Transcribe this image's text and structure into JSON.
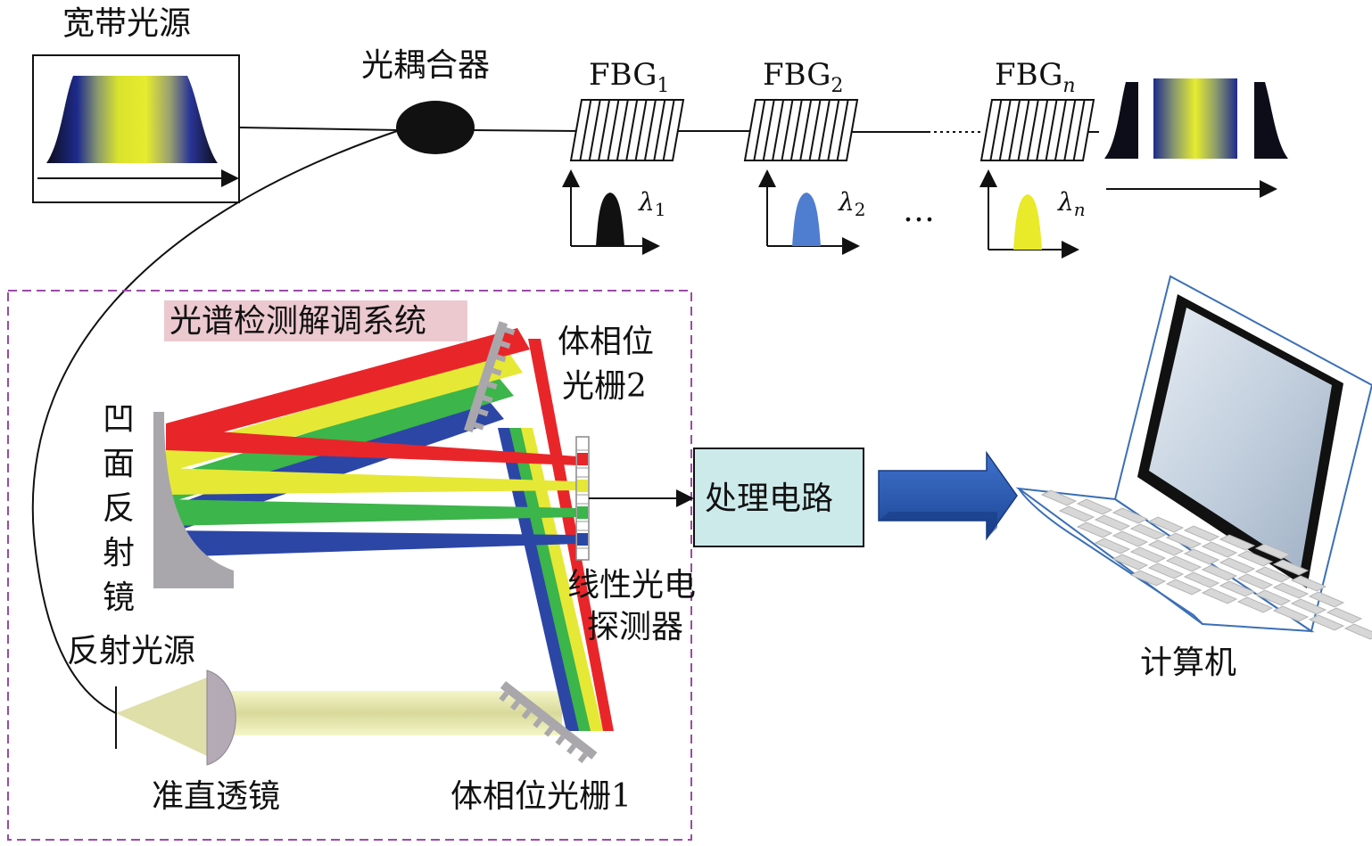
{
  "labels": {
    "broadband_source": "宽带光源",
    "coupler": "光耦合器",
    "fbg_prefix": "FBG",
    "fbg1_sub": "1",
    "fbg2_sub": "2",
    "fbgn_sub": "n",
    "lambda": "λ",
    "lambda1_sub": "1",
    "lambda2_sub": "2",
    "lambdan_sub": "n",
    "ellipsis": "…",
    "system_title": "光谱检测解调系统",
    "vpg2_line1": "体相位",
    "vpg2_line2": "光栅2",
    "concave_mirror_chars": [
      "凹",
      "面",
      "反",
      "射",
      "镜"
    ],
    "detector_line1": "线性光电",
    "detector_line2": "探测器",
    "processing_circuit": "处理电路",
    "computer": "计算机",
    "reflected_source": "反射光源",
    "collimating_lens": "准直透镜",
    "vpg1": "体相位光栅1"
  },
  "colors": {
    "dash_border": "#9b4aa8",
    "title_bg": "#ecc9cf",
    "circuit_fill": "#cdeaeb",
    "arrow_blue": "#2a5db8",
    "beam_red": "#e8262a",
    "beam_yellow": "#e6e836",
    "beam_green": "#3cb54a",
    "beam_blue": "#2c46a6",
    "peak_black": "#111111",
    "peak_blue": "#4f7dd0",
    "peak_yellow": "#e8ea2a",
    "mirror_gray": "#a9a7ab",
    "laptop_outline": "#3b6fb6"
  }
}
